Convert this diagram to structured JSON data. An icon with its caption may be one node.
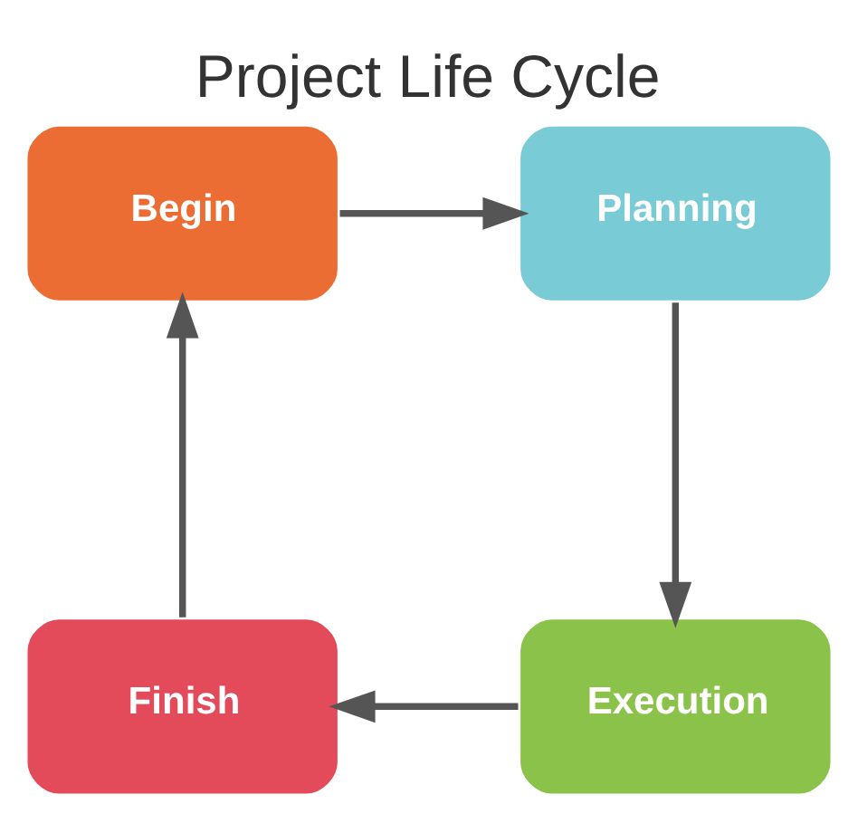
{
  "diagram": {
    "title": "Project Life Cycle",
    "nodes": [
      {
        "text": [
          "Begin"
        ]
      },
      {
        "text": [
          "Planning"
        ]
      },
      {
        "text": [
          "Execution"
        ]
      },
      {
        "text": [
          "Finish"
        ]
      }
    ],
    "edges": [
      {
        "from": 0,
        "to": 1,
        "arrow": "to"
      },
      {
        "from": 1,
        "to": 2,
        "arrow": "to"
      },
      {
        "from": 2,
        "to": 3,
        "arrow": "to"
      },
      {
        "from": 3,
        "to": 0,
        "arrow": "to"
      }
    ]
  }
}
